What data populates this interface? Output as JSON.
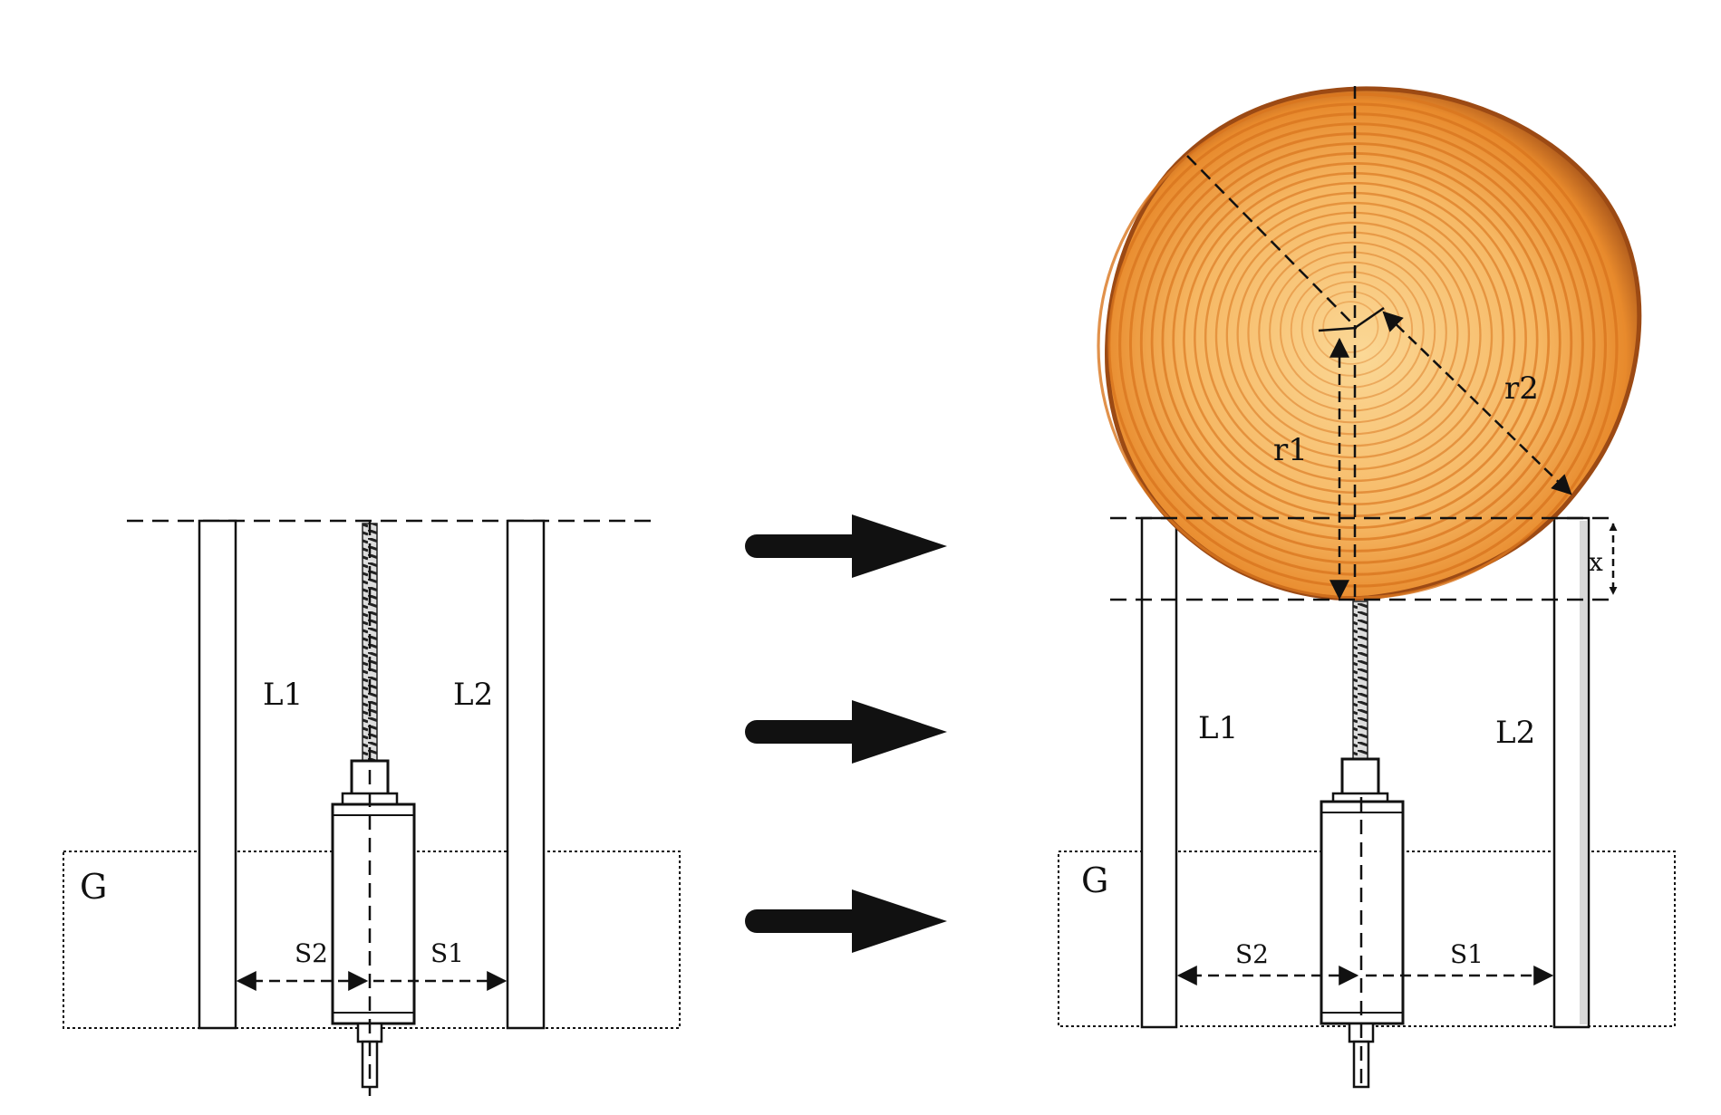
{
  "left_diagram": {
    "label_L1": "L1",
    "label_L2": "L2",
    "label_G": "G",
    "label_S2": "S2",
    "label_S1": "S1"
  },
  "right_diagram": {
    "label_L1": "L1",
    "label_L2": "L2",
    "label_G": "G",
    "label_S2": "S2",
    "label_S1": "S1",
    "label_r1": "r1",
    "label_r2": "r2",
    "label_x": "x"
  },
  "colors": {
    "line": "#111111",
    "wood_outer": "#b8641c",
    "wood_mid": "#f2a64a",
    "wood_light": "#fbd28a",
    "ring": "#d9751e"
  },
  "icons": [
    "arrow-right-icon",
    "arrow-right-icon",
    "arrow-right-icon"
  ]
}
